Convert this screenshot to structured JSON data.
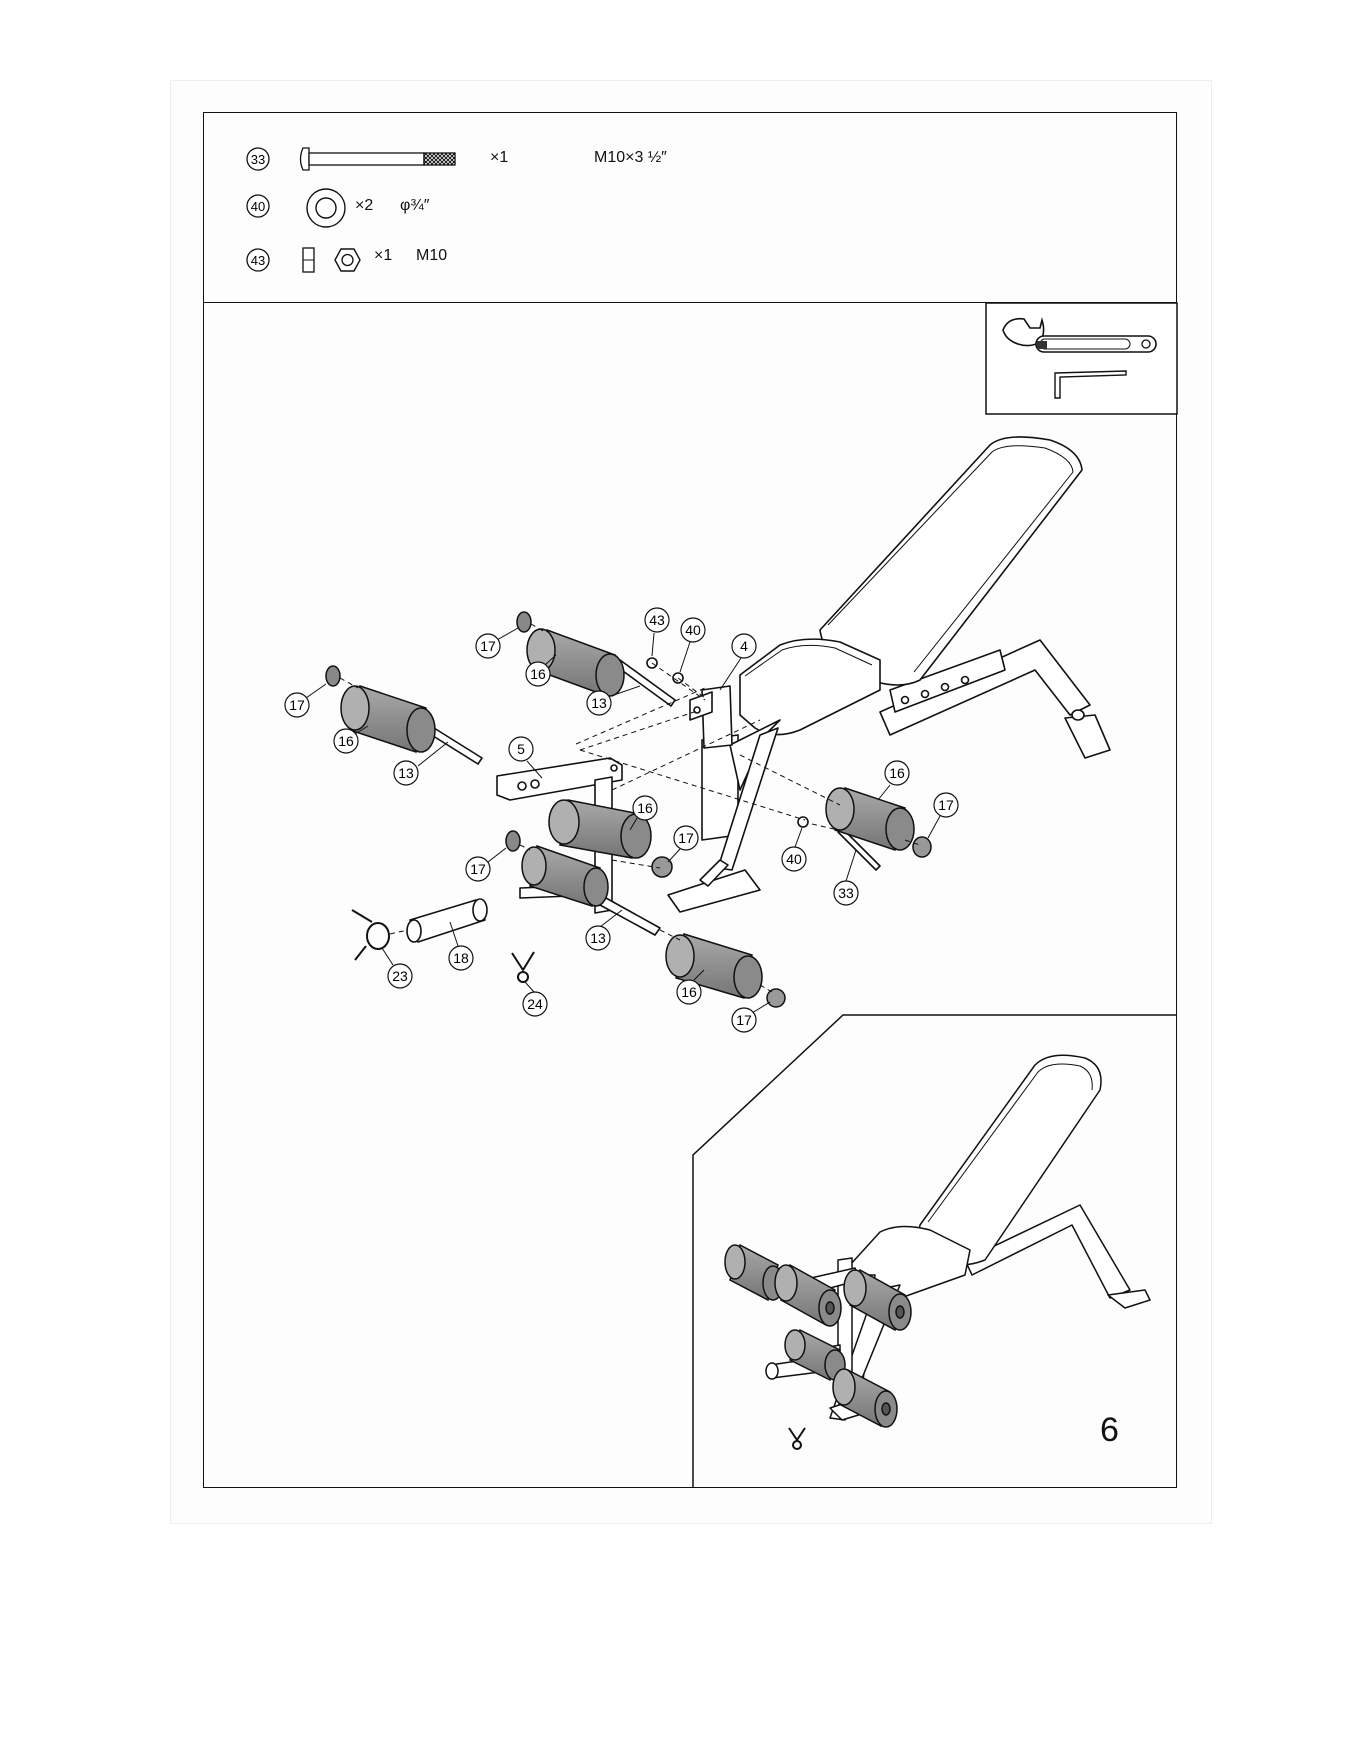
{
  "parts": [
    {
      "id": "33",
      "qty": "×1",
      "spec": "M10×3 ½″",
      "icon": "bolt-icon"
    },
    {
      "id": "40",
      "qty": "×2",
      "spec": "φ¾″",
      "icon": "washer-icon"
    },
    {
      "id": "43",
      "qty": "×1",
      "spec": "M10",
      "icon": "nut-icon"
    }
  ],
  "tools": [
    "wrench-icon",
    "allen-key-icon"
  ],
  "callouts": {
    "c17a": "17",
    "c16a": "16",
    "c13a": "13",
    "c17b": "17",
    "c16b": "16",
    "c13b": "13",
    "c43": "43",
    "c40a": "40",
    "c4": "4",
    "c5": "5",
    "c16c": "16",
    "c17c": "17",
    "c16d": "16",
    "c17d": "17",
    "c40b": "40",
    "c33": "33",
    "c17e": "17",
    "c23": "23",
    "c18": "18",
    "c24": "24",
    "c13c": "13",
    "c16e": "16",
    "c17f": "17"
  },
  "step_number": "6"
}
